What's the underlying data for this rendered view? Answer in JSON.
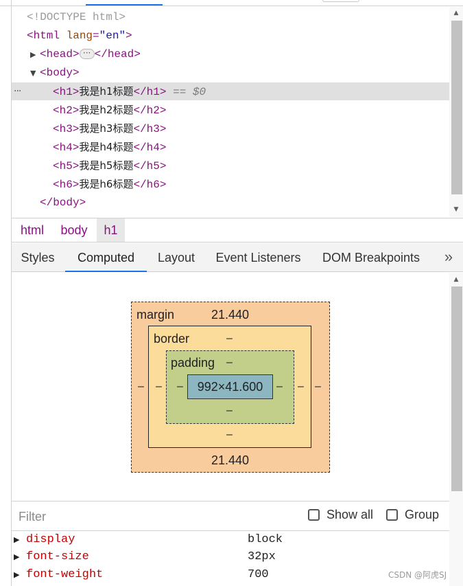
{
  "dom_tree": {
    "doctype": "<!DOCTYPE html>",
    "html_open_tag": "<html",
    "html_attr_name": "lang",
    "html_attr_eq": "=",
    "html_attr_value": "\"en\"",
    "html_open_close": ">",
    "head_open": "<head>",
    "head_ellipsis": "···",
    "head_close": "</head>",
    "body_open": "<body>",
    "selected_marker": "···",
    "headings": [
      {
        "open": "<h1>",
        "text": "我是h1标题",
        "close": "</h1>"
      },
      {
        "open": "<h2>",
        "text": "我是h2标题",
        "close": "</h2>"
      },
      {
        "open": "<h3>",
        "text": "我是h3标题",
        "close": "</h3>"
      },
      {
        "open": "<h4>",
        "text": "我是h4标题",
        "close": "</h4>"
      },
      {
        "open": "<h5>",
        "text": "我是h5标题",
        "close": "</h5>"
      },
      {
        "open": "<h6>",
        "text": "我是h6标题",
        "close": "</h6>"
      }
    ],
    "selected_suffix": "== $0",
    "body_close": "</body>"
  },
  "breadcrumb": [
    "html",
    "body",
    "h1"
  ],
  "tabs": [
    {
      "label": "Styles",
      "active": false
    },
    {
      "label": "Computed",
      "active": true
    },
    {
      "label": "Layout",
      "active": false
    },
    {
      "label": "Event Listeners",
      "active": false
    },
    {
      "label": "DOM Breakpoints",
      "active": false
    }
  ],
  "more_tabs_glyph": "»",
  "box_model": {
    "margin_label": "margin",
    "margin_top": "21.440",
    "margin_bottom": "21.440",
    "margin_left": "–",
    "margin_right": "–",
    "border_label": "border",
    "border_top": "–",
    "border_bottom": "–",
    "border_left": "–",
    "border_right": "–",
    "padding_label": "padding",
    "padding_top": "–",
    "padding_bottom": "–",
    "padding_left": "–",
    "padding_right": "–",
    "content_size": "992×41.600"
  },
  "filter": {
    "placeholder": "Filter",
    "value": "",
    "show_all_label": "Show all",
    "show_all_checked": false,
    "group_label": "Group",
    "group_checked": false
  },
  "computed_properties": [
    {
      "name": "display",
      "value": "block"
    },
    {
      "name": "font-size",
      "value": "32px"
    },
    {
      "name": "font-weight",
      "value": "700"
    }
  ],
  "watermark": "CSDN @阿虎SJ",
  "colors": {
    "accent": "#1a73e8",
    "tag": "#881280",
    "attr": "#994500",
    "attr_value": "#1a1aa6",
    "prop_name": "#c80000",
    "margin": "#f9cc9d",
    "border": "#fcdc9a",
    "padding": "#c2cf8a",
    "content": "#8cb6c0"
  }
}
